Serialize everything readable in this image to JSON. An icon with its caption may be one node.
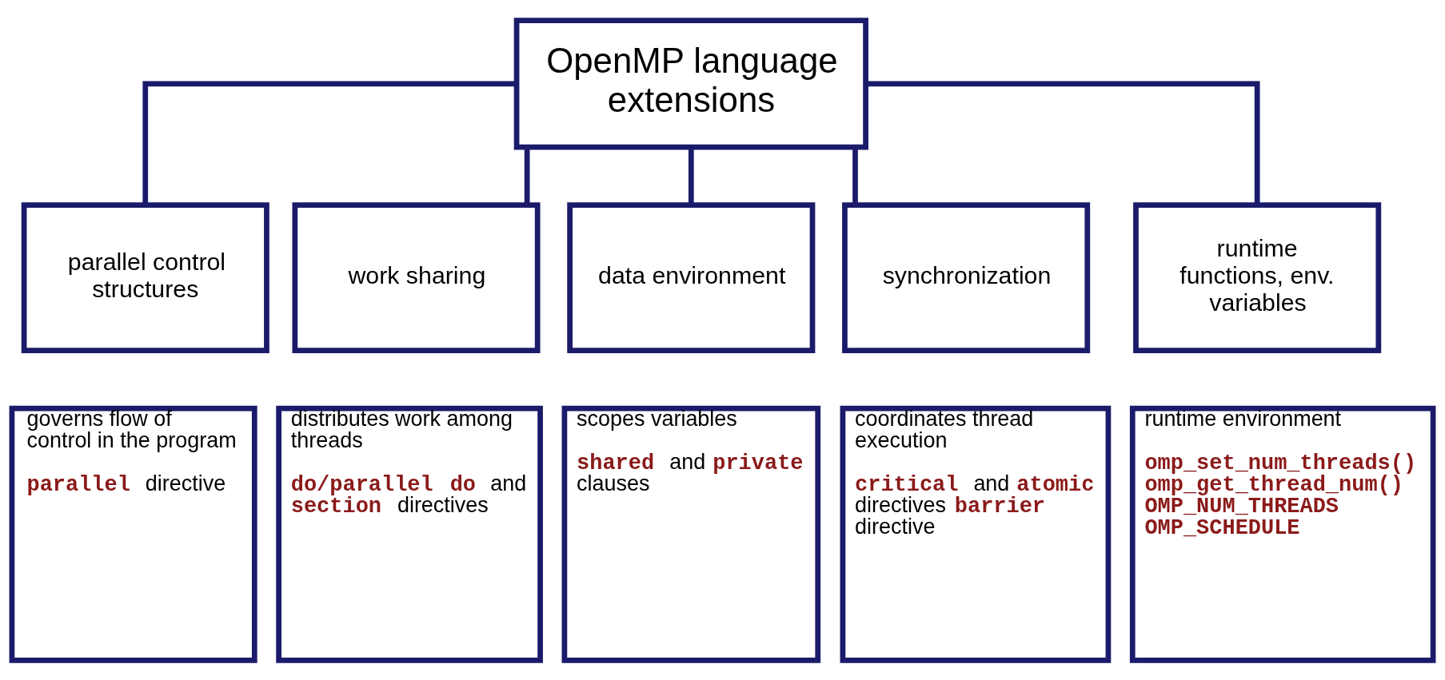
{
  "diagram": {
    "nodes": [
      {
        "text": [
          "OpenMP language extensions"
        ]
      },
      {
        "text": [
          "parallel control structures"
        ]
      },
      {
        "text": [
          "work sharing"
        ]
      },
      {
        "text": [
          "data environment"
        ]
      },
      {
        "text": [
          "synchronization"
        ]
      },
      {
        "text": [
          "runtime functions, env. variables"
        ]
      },
      {
        "text": [
          "governs flow of control in the program",
          "**parallel** directive"
        ]
      },
      {
        "text": [
          "distributes work among threads",
          "**do/parallel do** and **section** directives"
        ]
      },
      {
        "text": [
          "scopes variables",
          "**shared** and **private** clauses"
        ]
      },
      {
        "text": [
          "coordinates thread execution",
          "**critical** and **atomic** directives **barrier** directive"
        ]
      },
      {
        "text": [
          "runtime environment",
          "**omp_set_num_threads()**",
          "**omp_get_thread_num()**",
          "**OMP_NUM_THREADS**",
          "**OMP_SCHEDULE**"
        ]
      }
    ],
    "edges": [
      {
        "from": 0,
        "to": 1,
        "arrow": "none"
      },
      {
        "from": 0,
        "to": 2,
        "arrow": "none"
      },
      {
        "from": 0,
        "to": 3,
        "arrow": "none"
      },
      {
        "from": 0,
        "to": 4,
        "arrow": "none"
      },
      {
        "from": 0,
        "to": 5,
        "arrow": "none"
      }
    ]
  }
}
